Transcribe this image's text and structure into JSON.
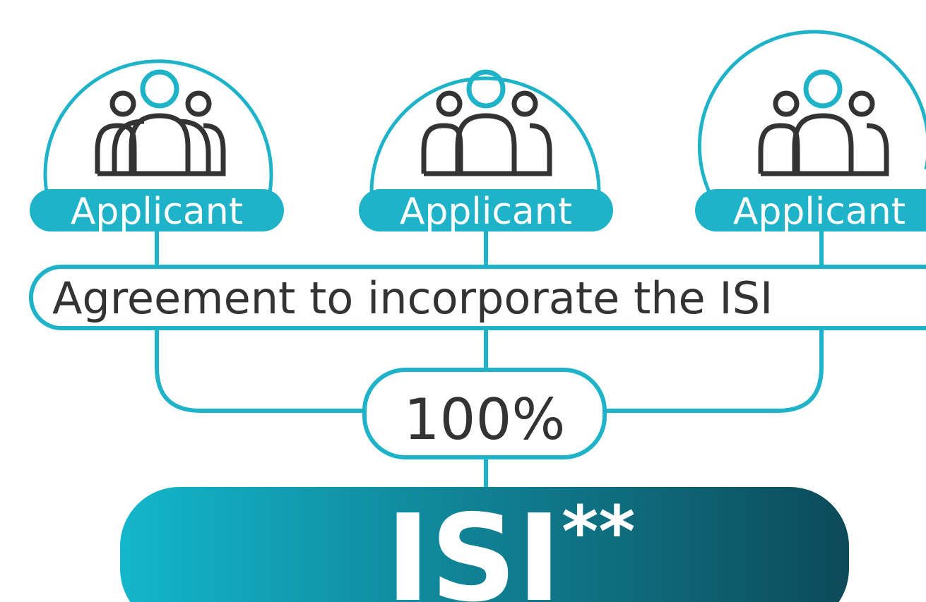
{
  "colors": {
    "accent": "#1fb3c9",
    "ink": "#333333",
    "gradient_start": "#13b6cc",
    "gradient_end": "#0c4a59",
    "background": "#ffffff"
  },
  "applicants": [
    {
      "label": "Applicant",
      "icon": "group-of-people-icon"
    },
    {
      "label": "Applicant",
      "icon": "group-of-people-icon"
    },
    {
      "label": "Applicant",
      "icon": "group-of-people-icon"
    }
  ],
  "agreement": {
    "text": "Agreement to incorporate the ISI"
  },
  "share": {
    "text": "100%"
  },
  "result": {
    "name": "ISI",
    "suffix": "**"
  }
}
